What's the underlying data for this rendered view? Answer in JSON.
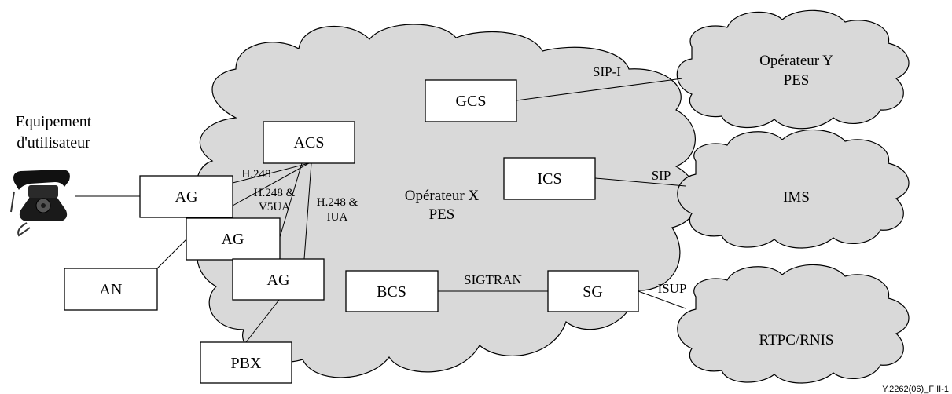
{
  "operator_x": {
    "line1": "Opérateur X",
    "line2": "PES"
  },
  "operator_y": {
    "line1": "Opérateur Y",
    "line2": "PES"
  },
  "ims": {
    "label": "IMS"
  },
  "rtpc": {
    "label": "RTPC/RNIS"
  },
  "user_equipment": {
    "line1": "Equipement",
    "line2": "d'utilisateur"
  },
  "nodes": {
    "gcs": "GCS",
    "acs": "ACS",
    "ics": "ICS",
    "bcs": "BCS",
    "sg": "SG",
    "ag1": "AG",
    "ag2": "AG",
    "ag3": "AG",
    "an": "AN",
    "pbx": "PBX"
  },
  "links": {
    "sip_i": "SIP-I",
    "sip": "SIP",
    "sigtran": "SIGTRAN",
    "isup": "ISUP",
    "h248": "H.248",
    "h248_v5ua_line1": "H.248 &",
    "h248_v5ua_line2": "V5UA",
    "h248_iua_line1": "H.248 &",
    "h248_iua_line2": "IUA"
  },
  "figure_id": "Y.2262(06)_FIII-1"
}
